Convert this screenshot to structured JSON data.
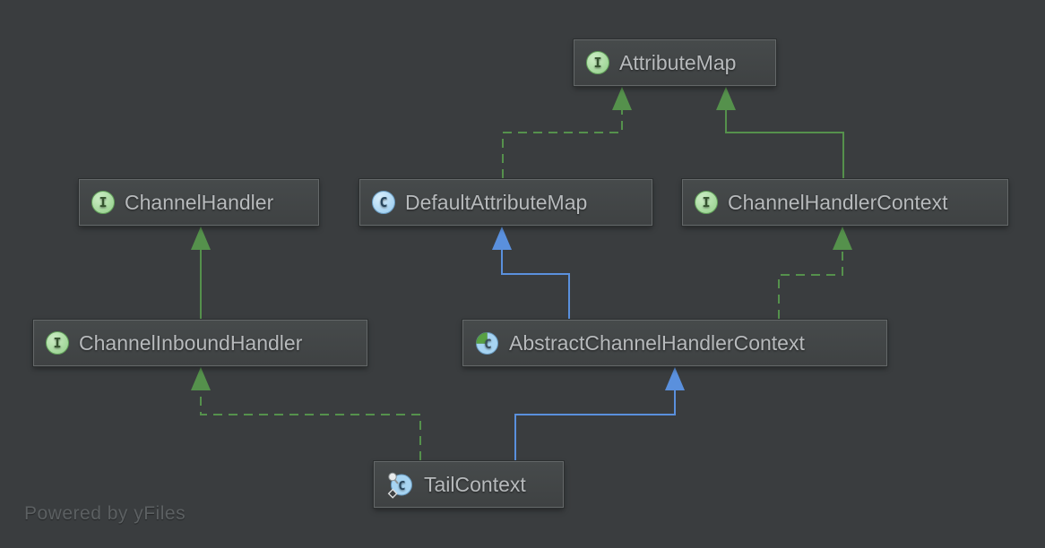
{
  "diagram": {
    "kind": "uml-class-diagram",
    "background": "#3a3d3f"
  },
  "colors": {
    "edge_green": "#55914c",
    "edge_blue": "#5a90dd",
    "node_fill": "#424546",
    "node_border": "#646869",
    "label_text": "#b7babc"
  },
  "icons": {
    "interface_letter": "I",
    "class_letter": "C",
    "abstract_class_letter": "C",
    "final_class_letter": "C"
  },
  "nodes": [
    {
      "label": "AttributeMap",
      "kind": "interface"
    },
    {
      "label": "ChannelHandler",
      "kind": "interface"
    },
    {
      "label": "DefaultAttributeMap",
      "kind": "class"
    },
    {
      "label": "ChannelHandlerContext",
      "kind": "interface"
    },
    {
      "label": "ChannelInboundHandler",
      "kind": "interface"
    },
    {
      "label": "AbstractChannelHandlerContext",
      "kind": "abstract-class"
    },
    {
      "label": "TailContext",
      "kind": "final-class"
    }
  ],
  "edges": [
    {
      "from": "DefaultAttributeMap",
      "to": "AttributeMap",
      "relation": "implements",
      "style": "dashed-green"
    },
    {
      "from": "ChannelHandlerContext",
      "to": "AttributeMap",
      "relation": "extends",
      "style": "solid-green"
    },
    {
      "from": "ChannelInboundHandler",
      "to": "ChannelHandler",
      "relation": "extends",
      "style": "solid-green"
    },
    {
      "from": "AbstractChannelHandlerContext",
      "to": "DefaultAttributeMap",
      "relation": "extends",
      "style": "solid-blue"
    },
    {
      "from": "AbstractChannelHandlerContext",
      "to": "ChannelHandlerContext",
      "relation": "implements",
      "style": "dashed-green"
    },
    {
      "from": "TailContext",
      "to": "ChannelInboundHandler",
      "relation": "implements",
      "style": "dashed-green"
    },
    {
      "from": "TailContext",
      "to": "AbstractChannelHandlerContext",
      "relation": "extends",
      "style": "solid-blue"
    }
  ],
  "footer": {
    "powered_by": "Powered by yFiles"
  }
}
